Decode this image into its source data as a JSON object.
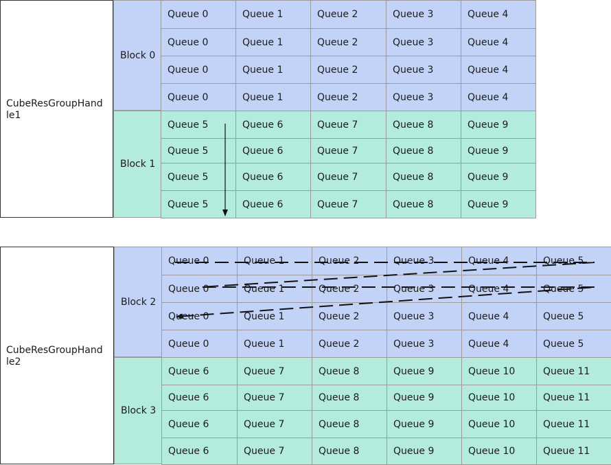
{
  "colors": {
    "block_blue": "#c3d3f7",
    "block_green": "#b3ecdd",
    "border": "#9a9a9a",
    "arrow": "#111111"
  },
  "groups": [
    {
      "label": "CubeResGroupHandle1",
      "blocks": [
        {
          "label": "Block 0",
          "color": "blue",
          "rows": [
            [
              "Queue 0",
              "Queue 1",
              "Queue 2",
              "Queue 3",
              "Queue 4"
            ],
            [
              "Queue 0",
              "Queue 1",
              "Queue 2",
              "Queue 3",
              "Queue 4"
            ],
            [
              "Queue 0",
              "Queue 1",
              "Queue 2",
              "Queue 3",
              "Queue 4"
            ],
            [
              "Queue 0",
              "Queue 1",
              "Queue 2",
              "Queue 3",
              "Queue 4"
            ]
          ]
        },
        {
          "label": "Block 1",
          "color": "green",
          "rows": [
            [
              "Queue 5",
              "Queue 6",
              "Queue 7",
              "Queue 8",
              "Queue 9"
            ],
            [
              "Queue 5",
              "Queue 6",
              "Queue 7",
              "Queue 8",
              "Queue 9"
            ],
            [
              "Queue 5",
              "Queue 6",
              "Queue 7",
              "Queue 8",
              "Queue 9"
            ],
            [
              "Queue 5",
              "Queue 6",
              "Queue 7",
              "Queue 8",
              "Queue 9"
            ]
          ]
        }
      ]
    },
    {
      "label": "CubeResGroupHandle2",
      "blocks": [
        {
          "label": "Block 2",
          "color": "blue",
          "rows": [
            [
              "Queue 0",
              "Queue 1",
              "Queue 2",
              "Queue 3",
              "Queue 4",
              "Queue 5"
            ],
            [
              "Queue 0",
              "Queue 1",
              "Queue 2",
              "Queue 3",
              "Queue 4",
              "Queue 5"
            ],
            [
              "Queue 0",
              "Queue 1",
              "Queue 2",
              "Queue 3",
              "Queue 4",
              "Queue 5"
            ],
            [
              "Queue 0",
              "Queue 1",
              "Queue 2",
              "Queue 3",
              "Queue 4",
              "Queue 5"
            ]
          ]
        },
        {
          "label": "Block 3",
          "color": "green",
          "rows": [
            [
              "Queue 6",
              "Queue 7",
              "Queue 8",
              "Queue 9",
              "Queue 10",
              "Queue 11"
            ],
            [
              "Queue 6",
              "Queue 7",
              "Queue 8",
              "Queue 9",
              "Queue 10",
              "Queue 11"
            ],
            [
              "Queue 6",
              "Queue 7",
              "Queue 8",
              "Queue 9",
              "Queue 10",
              "Queue 11"
            ],
            [
              "Queue 6",
              "Queue 7",
              "Queue 8",
              "Queue 9",
              "Queue 10",
              "Queue 11"
            ]
          ]
        }
      ]
    }
  ]
}
